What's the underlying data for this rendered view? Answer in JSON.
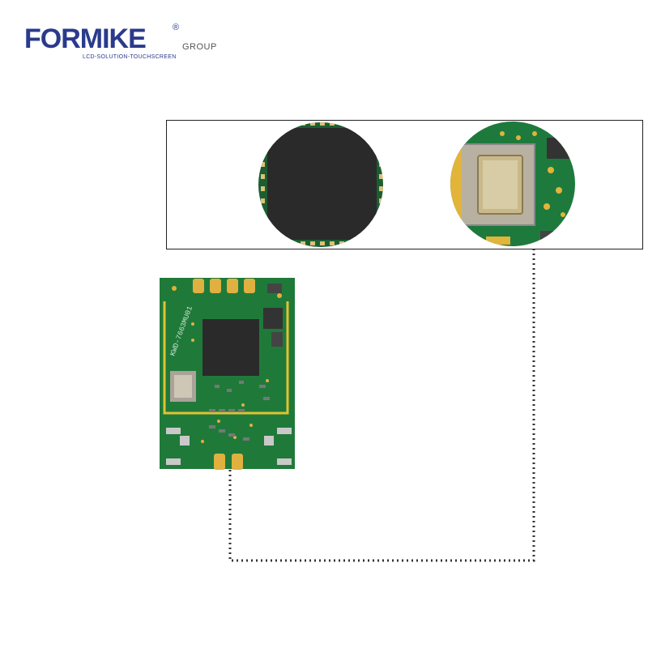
{
  "brand": {
    "name": "FORMIKE",
    "registered_mark": "®",
    "group_label": "GROUP",
    "tagline": "LCD-SOLUTION-TOUCHSCREEN",
    "color": "#2a3a8c"
  },
  "module": {
    "label_text": "KWD-7663MU01",
    "board_color": "#1f7a3a",
    "pad_color": "#e0b040"
  },
  "icons": [
    "chip-closeup",
    "crystal-closeup",
    "dotted-connector"
  ]
}
